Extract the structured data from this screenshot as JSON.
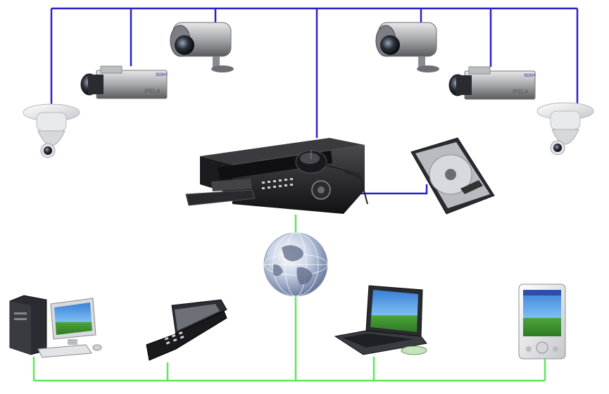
{
  "diagram": {
    "network_colors": {
      "camera_bus": "#2a22c8",
      "client_bus": "#5ee65a"
    },
    "camera_labels": {
      "box_camera_brand": "SONY",
      "box_camera_model": "IPELA"
    },
    "nodes": [
      {
        "id": "dome-camera-left",
        "icon": "dome-camera-icon"
      },
      {
        "id": "box-camera-left",
        "icon": "box-camera-icon"
      },
      {
        "id": "bullet-camera-left",
        "icon": "bullet-camera-icon"
      },
      {
        "id": "bullet-camera-right",
        "icon": "bullet-camera-icon"
      },
      {
        "id": "box-camera-right",
        "icon": "box-camera-icon"
      },
      {
        "id": "dome-camera-right",
        "icon": "dome-camera-icon"
      },
      {
        "id": "dvr-recorder",
        "icon": "dvr-icon"
      },
      {
        "id": "mouse",
        "icon": "mouse-icon"
      },
      {
        "id": "hard-disk",
        "icon": "hard-disk-icon"
      },
      {
        "id": "internet-globe",
        "icon": "globe-icon"
      },
      {
        "id": "desktop-pc",
        "icon": "desktop-computer-icon"
      },
      {
        "id": "mobile-phone",
        "icon": "mobile-phone-icon"
      },
      {
        "id": "laptop",
        "icon": "laptop-icon"
      },
      {
        "id": "pda",
        "icon": "pda-icon"
      }
    ]
  }
}
